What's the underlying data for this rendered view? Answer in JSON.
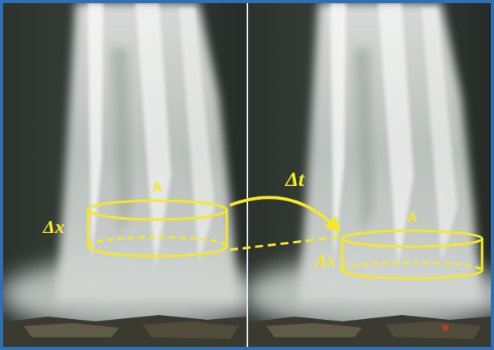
{
  "diagram": {
    "nodes": [
      {
        "text": [
          "A",
          "Δx"
        ]
      },
      {
        "text": [
          "A",
          "Δx"
        ]
      }
    ],
    "edges": [
      {
        "from": 0,
        "to": 1,
        "arrow": "to",
        "label": "Δt"
      },
      {
        "from": 0,
        "to": 1,
        "arrow": "none"
      }
    ]
  }
}
